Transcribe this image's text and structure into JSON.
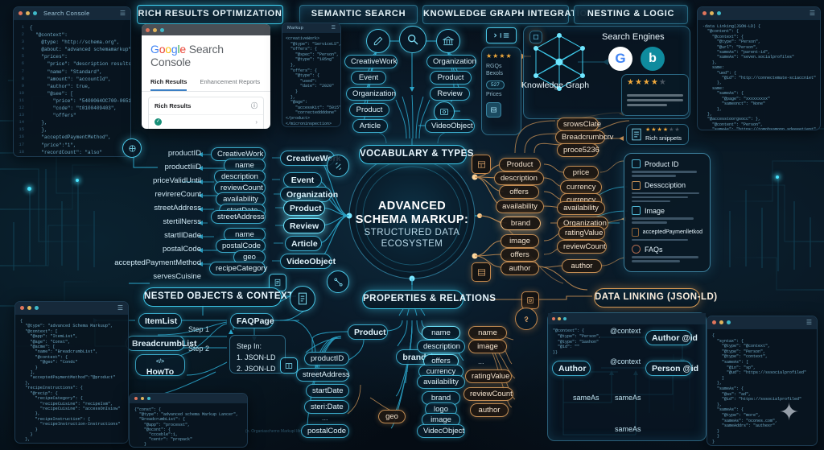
{
  "headers": {
    "rich_results": "RICH RESULTS OPTIMIZATION",
    "semantic_search": "SEMANTIC SEARCH",
    "knowledge_graph": "KNOWLEDGE GRAPH INTEGRATION",
    "nesting_logic": "NESTING & LOGIC"
  },
  "hub": {
    "line1": "ADVANCED",
    "line2": "SCHEMA MARKUP:",
    "line3": "STRUCTURED DATA",
    "line4": "ECOSYSTEM"
  },
  "section_titles": {
    "vocabulary": "VOCABULARY & TYPES",
    "nested": "NESTED OBJECTS & CONTEXT",
    "properties": "PROPERTIES & RELATIONS",
    "data_linking": "DATA LINKING (JSON-LD)"
  },
  "left_code_window": {
    "title": "Search Console",
    "lines": [
      "{",
      "  \"@context\":",
      "    @type: \"http://schema.org\",",
      "    @about: \"advanced schemamarkup\"",
      "    \"prices\":",
      "      \"price\": \"description resultsId\",",
      "      \"name\": \"Standard\",",
      "      \"amount\": \"accountId\",",
      "      \"author\": true,",
      "      \"@see\": [",
      "        \"price\": \"5400064OC700-0651037\",",
      "        \"code\": \"t0100409403\",",
      "        \"offers\"",
      "    },",
      "    },",
      "    \"acceptedPaymentMethod\",",
      "    \"price\":\"1\",",
      "    \"recordCount\": \"also\"",
      "  },",
      "  \"context\",",
      "  \"price\": [",
      "    \"begin\": \"acceptedpaymentmethod\",",
      "    \"@app\": \"Standard\",",
      "    \"amount\": \"Product/shape\",",
      "    \"schedule\": \"222\"",
      "  },",
      "  \"result/0307\"",
      "  also",
      "     }"
    ]
  },
  "gsc": {
    "brand_google": "Google",
    "brand_rest": " Search Console",
    "tabs": [
      "Rich Results",
      "Enhancement Reports"
    ],
    "card_title": "Rich Results",
    "rows": 3
  },
  "semantic_code": {
    "lines": [
      "<creativeWork>",
      "  \"@type\": \"ServiceLS\",",
      "  \"offers\": {",
      "    \"@spec\": \"Person\",",
      "    \"@type\": \"105ng\"",
      "  },",
      "  \"offers\": {",
      "    \"@type\": {",
      "      \"used\":",
      "      \"date\": \"2020\"",
      "    }",
      "  },",
      "  \"@age\":",
      "    \"accessKit\": \"5015\"",
      "    \"correcteddddone\"",
      "</product>",
      "</microninspection>"
    ]
  },
  "vocab_left_types": [
    "CreativeWork",
    "Event",
    "Organization",
    "Product",
    "Article"
  ],
  "vocab_right_types": [
    "Organization",
    "Product",
    "Review",
    "VideoObject"
  ],
  "vocab_type_column": [
    "CreativeWork",
    "Event",
    "Organization",
    "Product",
    "Review",
    "Article",
    "VideoObject"
  ],
  "left_text_labels": [
    "productID",
    "productIiiD",
    "priceValidUntil",
    "revirereCount",
    "streetAddress",
    "stertilNerss",
    "startIlDade",
    "postalCode",
    "acceptedPaymentMethod",
    "servesCuisine"
  ],
  "left_pill_labels": [
    "CreativeWork",
    "name",
    "description",
    "reviewCount",
    "availability",
    "startDate",
    "streetAddress",
    "name",
    "postalCode",
    "geo",
    "recipeCategory"
  ],
  "right_property_col1": [
    "Product",
    "description",
    "offers",
    "availability",
    "brand",
    "image",
    "offers",
    "author"
  ],
  "right_property_col2": [
    "price",
    "currency",
    "currency",
    "availability",
    "Organization",
    "ratingValue",
    "reviewCount",
    "author"
  ],
  "rich_card": {
    "items": [
      {
        "icon": "productid-icon",
        "label": "Product ID"
      },
      {
        "icon": "description-icon",
        "label": "Desscciption"
      },
      {
        "icon": "image-icon",
        "label": "Image"
      },
      {
        "icon": "payment-icon",
        "label": "acceptedPaymenlletkod"
      },
      {
        "icon": "faq-icon",
        "label": "FAQs"
      }
    ]
  },
  "breadcrumb_pills": [
    "srowsClate",
    "Breadcrumbcrv",
    "proce5236"
  ],
  "rich_snippets": {
    "label": "Rich snippets",
    "stars_filled": 4,
    "stars_total": 6
  },
  "kg": {
    "label": "Knowledge Graph",
    "search_engines_label": "Search Engines",
    "engines": [
      "G",
      "b"
    ],
    "stars_filled": 4,
    "stars_half": 1
  },
  "info_card": {
    "stars": 4,
    "line1": "RGQs",
    "line2": "Bexols",
    "badge": "527",
    "line3": "Prices"
  },
  "right_code_window_top": {
    "lines": [
      "-data Linking(JSON-LD) {",
      "  \"@content\": {",
      "    \"@context\": {",
      "      \"@type\": \"Person\",",
      "      \"@url\": \"Person\",",
      "      \"sameAs\": \"parent-id\",",
      "      \"sameAs\": \"seven.socialprofiles\"",
      "    },",
      "    same:",
      "      \"ued\": {",
      "        \"@id\": \"http://connectemate-sciaccniet\"",
      "      },",
      "    same:",
      "      \"sameAs\": {",
      "        \"@page\": \"xxxxxxxxx\"",
      "        \"sameonct\": \"None\"",
      "      },",
      "  },",
      "  \"@accesstoorgsocc\": },",
      "    \"@content\": \"Person\",",
      "    \"sameAs\": \"https://tomobsamopn.sdeeeetient\",",
      "    \"sameAddress\": [",
      "      \"@id\": \"oceice sooter\",",
      "      \"@ad\": \"ccxies gnoffice\"",
      "    }",
      "  },"
    ]
  },
  "right_code_window_bottom": {
    "lines": [
      "{",
      "  \"syntax\": {",
      "    \"@type\": \"@context\",",
      "    \"@type\": \"Person\",",
      "    \"@type\": \"context\",",
      "    \"sameAs\": [",
      "      \"@in\": \"sp\",",
      "      \"@ud\": \"https://sssocialprofiled\"",
      "    ]",
      "  },",
      "  \"sameAs\": {",
      "    \"@as\": \"ad\",",
      "    \"@id\": \"https://sssocialprofiled\"",
      "  },",
      "  \"sameAs\": {",
      "    \"@type\": \"more\",",
      "    \"sameAs\": \"ocones.com\",",
      "    \"sameAddrs\": \"authexr\"",
      "  }",
      "  }",
      "}"
    ]
  },
  "bottom_left_code": {
    "lines": [
      "{",
      "  \"@type\": \"advanced Schema Markuup\",",
      "  \"@context\": [",
      "    \"@app\": \"ItemList\",",
      "    \"@age\": \"Const\",",
      "    \"@acme\": [",
      "      \"name\": \"BreadcrumbList\",",
      "      \"@context\": {",
      "        \"@geo\": \"Condc\"",
      "      }",
      "    ],",
      "    \"acceptedPaymentMethod\":\"@product\"",
      "  },",
      "  \"recipeInstructions\": {",
      "    \"@recip\": {",
      "      \"recipeCategory\": {",
      "        \"recipeCuisine\": \"recipeIsm\",",
      "        \"recipeCuisine\": \"accessOnIsiow\"",
      "      },",
      "      \"recipeInstruction\": {",
      "        \"recipeInstruction-Instructions\"",
      "      }",
      "    }",
      "  },",
      "  \"return \"0",
      "}"
    ]
  },
  "bottom_mid_code": {
    "lines": [
      "{\"const\": {",
      "  \"@type\": \"advanced schema Markup Lancer\",",
      "  \"BreadcrumbList\": {",
      "    \"@app\": \"processt\",",
      "    \"@ocont\": {",
      "      \"ccceble\":1,",
      "      \"centr\": \"propack\"",
      "    }",
      "  }",
      "}}"
    ]
  },
  "nested": {
    "pills": [
      "ItemList",
      "BreadcrumbList",
      "HowTo",
      "FAQPage"
    ],
    "step_labels": [
      "Step 1",
      "Step 2"
    ],
    "step_box": {
      "title": "Step In:",
      "items": [
        "1. JSON-LD",
        "2. JSON-LD"
      ]
    }
  },
  "properties_left_tree": {
    "root": "Product",
    "branch": "brand",
    "children": [
      "productID",
      "streetAddress",
      "startDate",
      "steri:Date",
      "...",
      "postalCode"
    ],
    "sub": "geo"
  },
  "properties_mid_col": [
    "name",
    "description",
    "offers",
    "currency",
    "availability",
    "brand",
    "logo",
    "image",
    "VidecObject"
  ],
  "properties_right_col": [
    "name",
    "image",
    "...",
    "ratingValue",
    "reviewCount",
    "author"
  ],
  "data_linking_graph": {
    "nodes": [
      "Author @id",
      "Person @id",
      "Author"
    ],
    "edges": [
      "@context",
      "@context",
      "sameAs",
      "sameAs",
      "sameAs"
    ]
  },
  "watermark": "(n. Organiaschemo Markupl Iðr.",
  "colors": {
    "cyan": "#3cc8ea",
    "amber": "#d79a55",
    "bg": "#061019",
    "hub_text": "#ffffff"
  }
}
